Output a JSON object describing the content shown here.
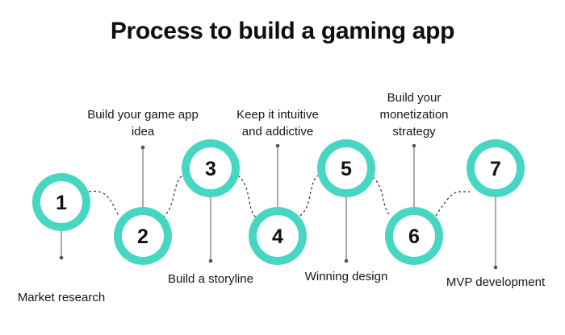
{
  "title": "Process to build a gaming app",
  "colors": {
    "ring": "#46d6c2",
    "ring_inner": "#ffffff",
    "connector": "#333333",
    "text": "#111111"
  },
  "steps": [
    {
      "number": "1",
      "label": "Market research"
    },
    {
      "number": "2",
      "label": "Build your game app idea"
    },
    {
      "number": "3",
      "label": "Build a storyline"
    },
    {
      "number": "4",
      "label": "Keep it intuitive and addictive"
    },
    {
      "number": "5",
      "label": "Winning design"
    },
    {
      "number": "6",
      "label": "Build your monetization strategy"
    },
    {
      "number": "7",
      "label": "MVP development"
    }
  ]
}
